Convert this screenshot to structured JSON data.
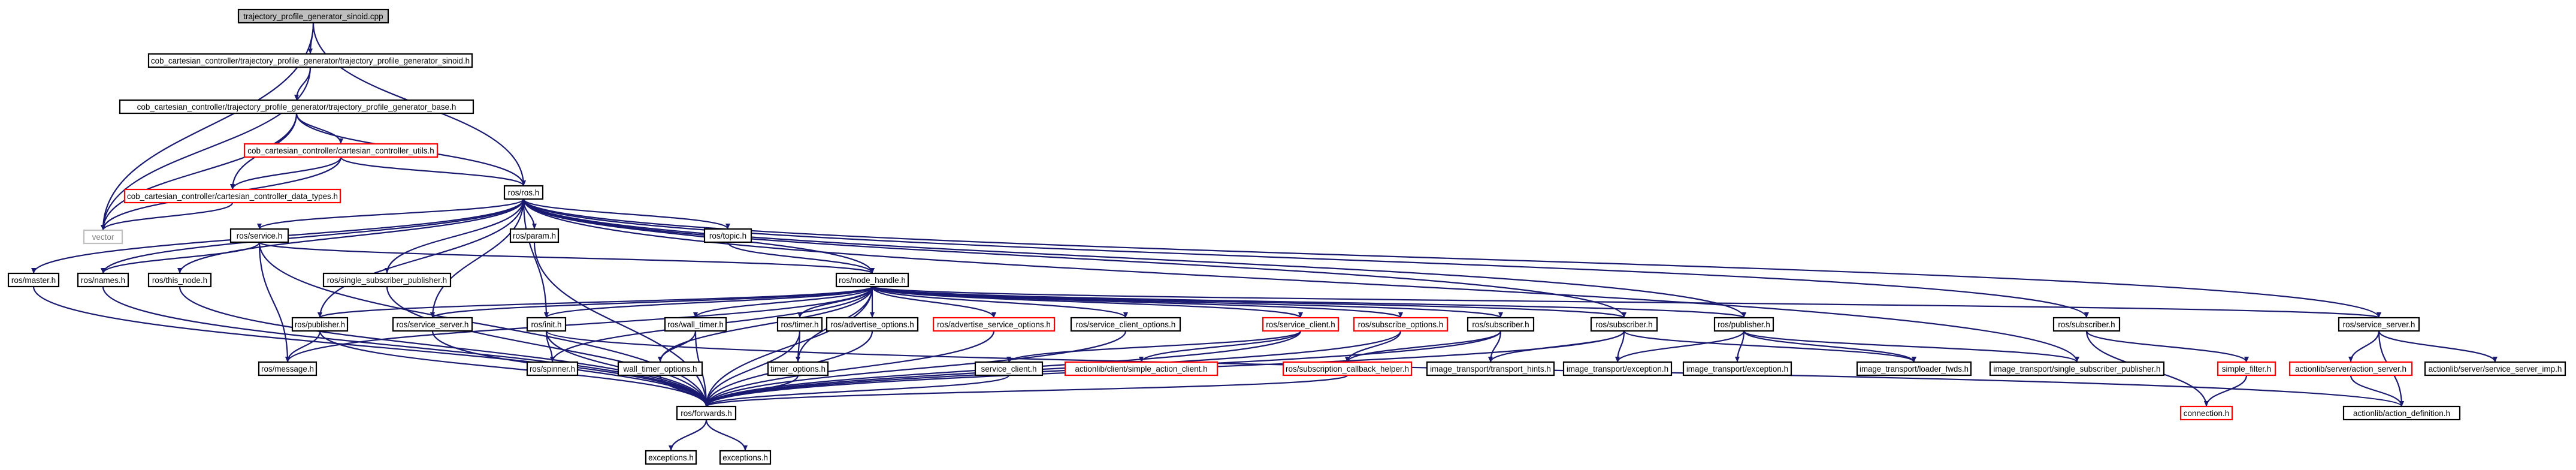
{
  "title": "trajectory_profile_generator_sinoid.cpp",
  "colors": {
    "edge": "#191970",
    "node_border": "#000000",
    "missing_border": "#ff0000",
    "unresolved_border": "#bfbfbf",
    "root_fill": "#bfbfbf",
    "node_fill": "#ffffff",
    "text": "#000000",
    "muted_text": "#808080"
  },
  "nodes": [
    {
      "id": "root",
      "label": "trajectory_profile_generator_sinoid.cpp",
      "kind": "root"
    },
    {
      "id": "sinoid_h",
      "label": "cob_cartesian_controller/trajectory_profile_generator/trajectory_profile_generator_sinoid.h",
      "kind": "normal"
    },
    {
      "id": "base_h",
      "label": "cob_cartesian_controller/trajectory_profile_generator/trajectory_profile_generator_base.h",
      "kind": "normal"
    },
    {
      "id": "utils_h",
      "label": "cob_cartesian_controller/cartesian_controller_utils.h",
      "kind": "missing"
    },
    {
      "id": "datatypes_h",
      "label": "cob_cartesian_controller/cartesian_controller_data_types.h",
      "kind": "missing"
    },
    {
      "id": "vector",
      "label": "vector",
      "kind": "unresolved"
    },
    {
      "id": "ros_h",
      "label": "ros/ros.h",
      "kind": "normal"
    },
    {
      "id": "service_h",
      "label": "ros/service.h",
      "kind": "normal"
    },
    {
      "id": "param_h",
      "label": "ros/param.h",
      "kind": "normal"
    },
    {
      "id": "topic_h",
      "label": "ros/topic.h",
      "kind": "normal"
    },
    {
      "id": "master_h",
      "label": "ros/master.h",
      "kind": "normal"
    },
    {
      "id": "names_h",
      "label": "ros/names.h",
      "kind": "normal"
    },
    {
      "id": "this_node_h",
      "label": "ros/this_node.h",
      "kind": "normal"
    },
    {
      "id": "single_sub_pub_h",
      "label": "ros/single_subscriber_publisher.h",
      "kind": "normal"
    },
    {
      "id": "node_handle_h",
      "label": "ros/node_handle.h",
      "kind": "normal"
    },
    {
      "id": "publisher_h",
      "label": "ros/publisher.h",
      "kind": "normal"
    },
    {
      "id": "message_h",
      "label": "ros/message.h",
      "kind": "normal"
    },
    {
      "id": "service_server_h",
      "label": "ros/service_server.h",
      "kind": "normal"
    },
    {
      "id": "init_h",
      "label": "ros/init.h",
      "kind": "normal"
    },
    {
      "id": "spinner_h",
      "label": "ros/spinner.h",
      "kind": "normal"
    },
    {
      "id": "wall_timer_h",
      "label": "ros/wall_timer.h",
      "kind": "normal"
    },
    {
      "id": "wall_timer_options_h",
      "label": "wall_timer_options.h",
      "kind": "normal"
    },
    {
      "id": "timer_h",
      "label": "ros/timer.h",
      "kind": "normal"
    },
    {
      "id": "timer_options_h",
      "label": "timer_options.h",
      "kind": "normal"
    },
    {
      "id": "advertise_options_h",
      "label": "ros/advertise_options.h",
      "kind": "normal"
    },
    {
      "id": "advertise_service_options_h",
      "label": "ros/advertise_service_options.h",
      "kind": "missing"
    },
    {
      "id": "service_client_options_h",
      "label": "ros/service_client_options.h",
      "kind": "normal"
    },
    {
      "id": "service_client_h",
      "label": "ros/service_client.h",
      "kind": "missing"
    },
    {
      "id": "service_client_h2",
      "label": "service_client.h",
      "kind": "normal"
    },
    {
      "id": "simple_action_client_h",
      "label": "actionlib/client/simple_action_client.h",
      "kind": "missing"
    },
    {
      "id": "subscribe_options_h",
      "label": "ros/subscribe_options.h",
      "kind": "missing"
    },
    {
      "id": "sub_cb_helper_h",
      "label": "ros/subscription_callback_helper.h",
      "kind": "missing"
    },
    {
      "id": "ros_subscriber_h",
      "label": "ros/subscriber.h",
      "kind": "normal"
    },
    {
      "id": "transport_hints_h",
      "label": "image_transport/transport_hints.h",
      "kind": "normal"
    },
    {
      "id": "subscriber_h",
      "label": "ros/subscriber.h",
      "kind": "normal"
    },
    {
      "id": "it_exception_a",
      "label": "image_transport/exception.h",
      "kind": "normal"
    },
    {
      "id": "publisher_h2",
      "label": "ros/publisher.h",
      "kind": "normal"
    },
    {
      "id": "it_exception_b",
      "label": "image_transport/exception.h",
      "kind": "normal"
    },
    {
      "id": "loader_fwds_h",
      "label": "image_transport/loader_fwds.h",
      "kind": "normal"
    },
    {
      "id": "it_single_sub_pub_h",
      "label": "image_transport/single_subscriber_publisher.h",
      "kind": "normal"
    },
    {
      "id": "subscriber_h3",
      "label": "ros/subscriber.h",
      "kind": "normal"
    },
    {
      "id": "simple_filter_h",
      "label": "simple_filter.h",
      "kind": "missing"
    },
    {
      "id": "connection_h",
      "label": "connection.h",
      "kind": "missing"
    },
    {
      "id": "service_server_h2",
      "label": "ros/service_server.h",
      "kind": "normal"
    },
    {
      "id": "action_server_h",
      "label": "actionlib/server/action_server.h",
      "kind": "missing"
    },
    {
      "id": "service_server_imp_h",
      "label": "actionlib/server/service_server_imp.h",
      "kind": "normal"
    },
    {
      "id": "action_definition_h",
      "label": "actionlib/action_definition.h",
      "kind": "normal"
    },
    {
      "id": "forwards_h",
      "label": "ros/forwards.h",
      "kind": "normal"
    },
    {
      "id": "exceptions_h",
      "label": "exceptions.h",
      "kind": "normal"
    },
    {
      "id": "exceptions_h2",
      "label": "exceptions.h",
      "kind": "normal"
    }
  ],
  "edges": [
    [
      "root",
      "sinoid_h"
    ],
    [
      "root",
      "vector"
    ],
    [
      "root",
      "ros_h"
    ],
    [
      "sinoid_h",
      "base_h"
    ],
    [
      "sinoid_h",
      "vector"
    ],
    [
      "base_h",
      "utils_h"
    ],
    [
      "base_h",
      "datatypes_h"
    ],
    [
      "base_h",
      "vector"
    ],
    [
      "base_h",
      "ros_h"
    ],
    [
      "utils_h",
      "datatypes_h"
    ],
    [
      "utils_h",
      "ros_h"
    ],
    [
      "utils_h",
      "vector"
    ],
    [
      "datatypes_h",
      "vector"
    ],
    [
      "ros_h",
      "service_h"
    ],
    [
      "ros_h",
      "param_h"
    ],
    [
      "ros_h",
      "topic_h"
    ],
    [
      "ros_h",
      "master_h"
    ],
    [
      "ros_h",
      "names_h"
    ],
    [
      "ros_h",
      "this_node_h"
    ],
    [
      "ros_h",
      "single_sub_pub_h"
    ],
    [
      "ros_h",
      "node_handle_h"
    ],
    [
      "ros_h",
      "publisher_h"
    ],
    [
      "ros_h",
      "service_server_h"
    ],
    [
      "ros_h",
      "init_h"
    ],
    [
      "ros_h",
      "subscriber_h"
    ],
    [
      "ros_h",
      "publisher_h2"
    ],
    [
      "ros_h",
      "subscriber_h3"
    ],
    [
      "ros_h",
      "service_server_h2"
    ],
    [
      "ros_h",
      "it_single_sub_pub_h"
    ],
    [
      "service_h",
      "names_h"
    ],
    [
      "service_h",
      "message_h"
    ],
    [
      "service_h",
      "forwards_h"
    ],
    [
      "service_h",
      "node_handle_h"
    ],
    [
      "topic_h",
      "node_handle_h"
    ],
    [
      "master_h",
      "forwards_h"
    ],
    [
      "names_h",
      "forwards_h"
    ],
    [
      "this_node_h",
      "forwards_h"
    ],
    [
      "single_sub_pub_h",
      "forwards_h"
    ],
    [
      "param_h",
      "forwards_h"
    ],
    [
      "node_handle_h",
      "publisher_h"
    ],
    [
      "node_handle_h",
      "service_server_h"
    ],
    [
      "node_handle_h",
      "init_h"
    ],
    [
      "node_handle_h",
      "spinner_h"
    ],
    [
      "node_handle_h",
      "wall_timer_h"
    ],
    [
      "node_handle_h",
      "wall_timer_options_h"
    ],
    [
      "node_handle_h",
      "timer_h"
    ],
    [
      "node_handle_h",
      "timer_options_h"
    ],
    [
      "node_handle_h",
      "advertise_options_h"
    ],
    [
      "node_handle_h",
      "advertise_service_options_h"
    ],
    [
      "node_handle_h",
      "service_client_options_h"
    ],
    [
      "node_handle_h",
      "service_client_h"
    ],
    [
      "node_handle_h",
      "subscribe_options_h"
    ],
    [
      "node_handle_h",
      "ros_subscriber_h"
    ],
    [
      "node_handle_h",
      "subscriber_h"
    ],
    [
      "node_handle_h",
      "publisher_h2"
    ],
    [
      "node_handle_h",
      "service_server_h2"
    ],
    [
      "node_handle_h",
      "forwards_h"
    ],
    [
      "node_handle_h",
      "message_h"
    ],
    [
      "publisher_h",
      "message_h"
    ],
    [
      "publisher_h",
      "forwards_h"
    ],
    [
      "service_server_h",
      "forwards_h"
    ],
    [
      "init_h",
      "spinner_h"
    ],
    [
      "init_h",
      "forwards_h"
    ],
    [
      "wall_timer_h",
      "wall_timer_options_h"
    ],
    [
      "wall_timer_h",
      "forwards_h"
    ],
    [
      "wall_timer_options_h",
      "forwards_h"
    ],
    [
      "timer_h",
      "timer_options_h"
    ],
    [
      "timer_h",
      "forwards_h"
    ],
    [
      "timer_options_h",
      "forwards_h"
    ],
    [
      "advertise_options_h",
      "forwards_h"
    ],
    [
      "advertise_service_options_h",
      "forwards_h"
    ],
    [
      "service_client_options_h",
      "forwards_h"
    ],
    [
      "service_client_h",
      "service_client_h2"
    ],
    [
      "service_client_h",
      "simple_action_client_h"
    ],
    [
      "service_client_h",
      "forwards_h"
    ],
    [
      "service_client_h2",
      "forwards_h"
    ],
    [
      "subscribe_options_h",
      "sub_cb_helper_h"
    ],
    [
      "subscribe_options_h",
      "forwards_h"
    ],
    [
      "ros_subscriber_h",
      "transport_hints_h"
    ],
    [
      "ros_subscriber_h",
      "sub_cb_helper_h"
    ],
    [
      "ros_subscriber_h",
      "forwards_h"
    ],
    [
      "sub_cb_helper_h",
      "forwards_h"
    ],
    [
      "subscriber_h",
      "transport_hints_h"
    ],
    [
      "subscriber_h",
      "it_exception_a"
    ],
    [
      "subscriber_h",
      "loader_fwds_h"
    ],
    [
      "subscriber_h",
      "forwards_h"
    ],
    [
      "publisher_h2",
      "it_exception_a"
    ],
    [
      "publisher_h2",
      "it_exception_b"
    ],
    [
      "publisher_h2",
      "loader_fwds_h"
    ],
    [
      "publisher_h2",
      "it_single_sub_pub_h"
    ],
    [
      "subscriber_h3",
      "simple_filter_h"
    ],
    [
      "subscriber_h3",
      "connection_h"
    ],
    [
      "simple_filter_h",
      "connection_h"
    ],
    [
      "service_server_h2",
      "action_server_h"
    ],
    [
      "service_server_h2",
      "service_server_imp_h"
    ],
    [
      "service_server_h2",
      "action_definition_h"
    ],
    [
      "action_server_h",
      "action_definition_h"
    ],
    [
      "init_h",
      "action_definition_h"
    ],
    [
      "forwards_h",
      "exceptions_h"
    ],
    [
      "forwards_h",
      "exceptions_h2"
    ]
  ]
}
